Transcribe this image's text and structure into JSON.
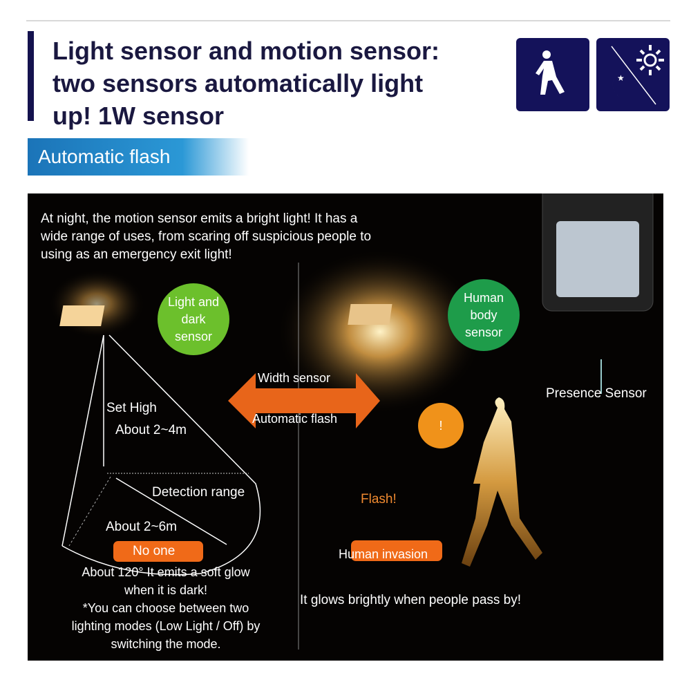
{
  "header": {
    "title_lines": [
      "Light sensor and motion sensor:",
      "two sensors automatically light",
      "up! 1W sensor"
    ],
    "icons": [
      "motion-person-icon",
      "day-night-sensor-icon"
    ]
  },
  "banner": {
    "label": "Automatic flash"
  },
  "panel": {
    "intro_lines": [
      "At night, the motion sensor emits a bright light! It has a",
      "wide range of uses, from scaring off suspicious people to",
      "using as an emergency exit light!"
    ],
    "light_dark_sensor": [
      "Light and",
      "dark",
      "sensor"
    ],
    "human_body_sensor": [
      "Human",
      "body",
      "sensor"
    ],
    "width_sensor": "Width sensor",
    "presence_sensor": "Presence Sensor",
    "set_high": "Set High",
    "height_range": "About 2~4m",
    "arrow_label": "Automatic flash",
    "speech_mark": "!",
    "detection_range": "Detection range",
    "distance_range": "About 2~6m",
    "no_one": "No one",
    "flash": "Flash!",
    "human_invasion": "Human invasion",
    "left_caption": [
      "About 120° It emits a soft glow",
      "when it is dark!",
      "*You can choose between two",
      "lighting modes (Low Light / Off) by",
      "switching the mode."
    ],
    "right_caption": "It glows brightly when people pass by!"
  },
  "colors": {
    "navy": "#14125a",
    "orange": "#f06a18",
    "green": "#5cb82a",
    "blue": "#2b98d6"
  }
}
